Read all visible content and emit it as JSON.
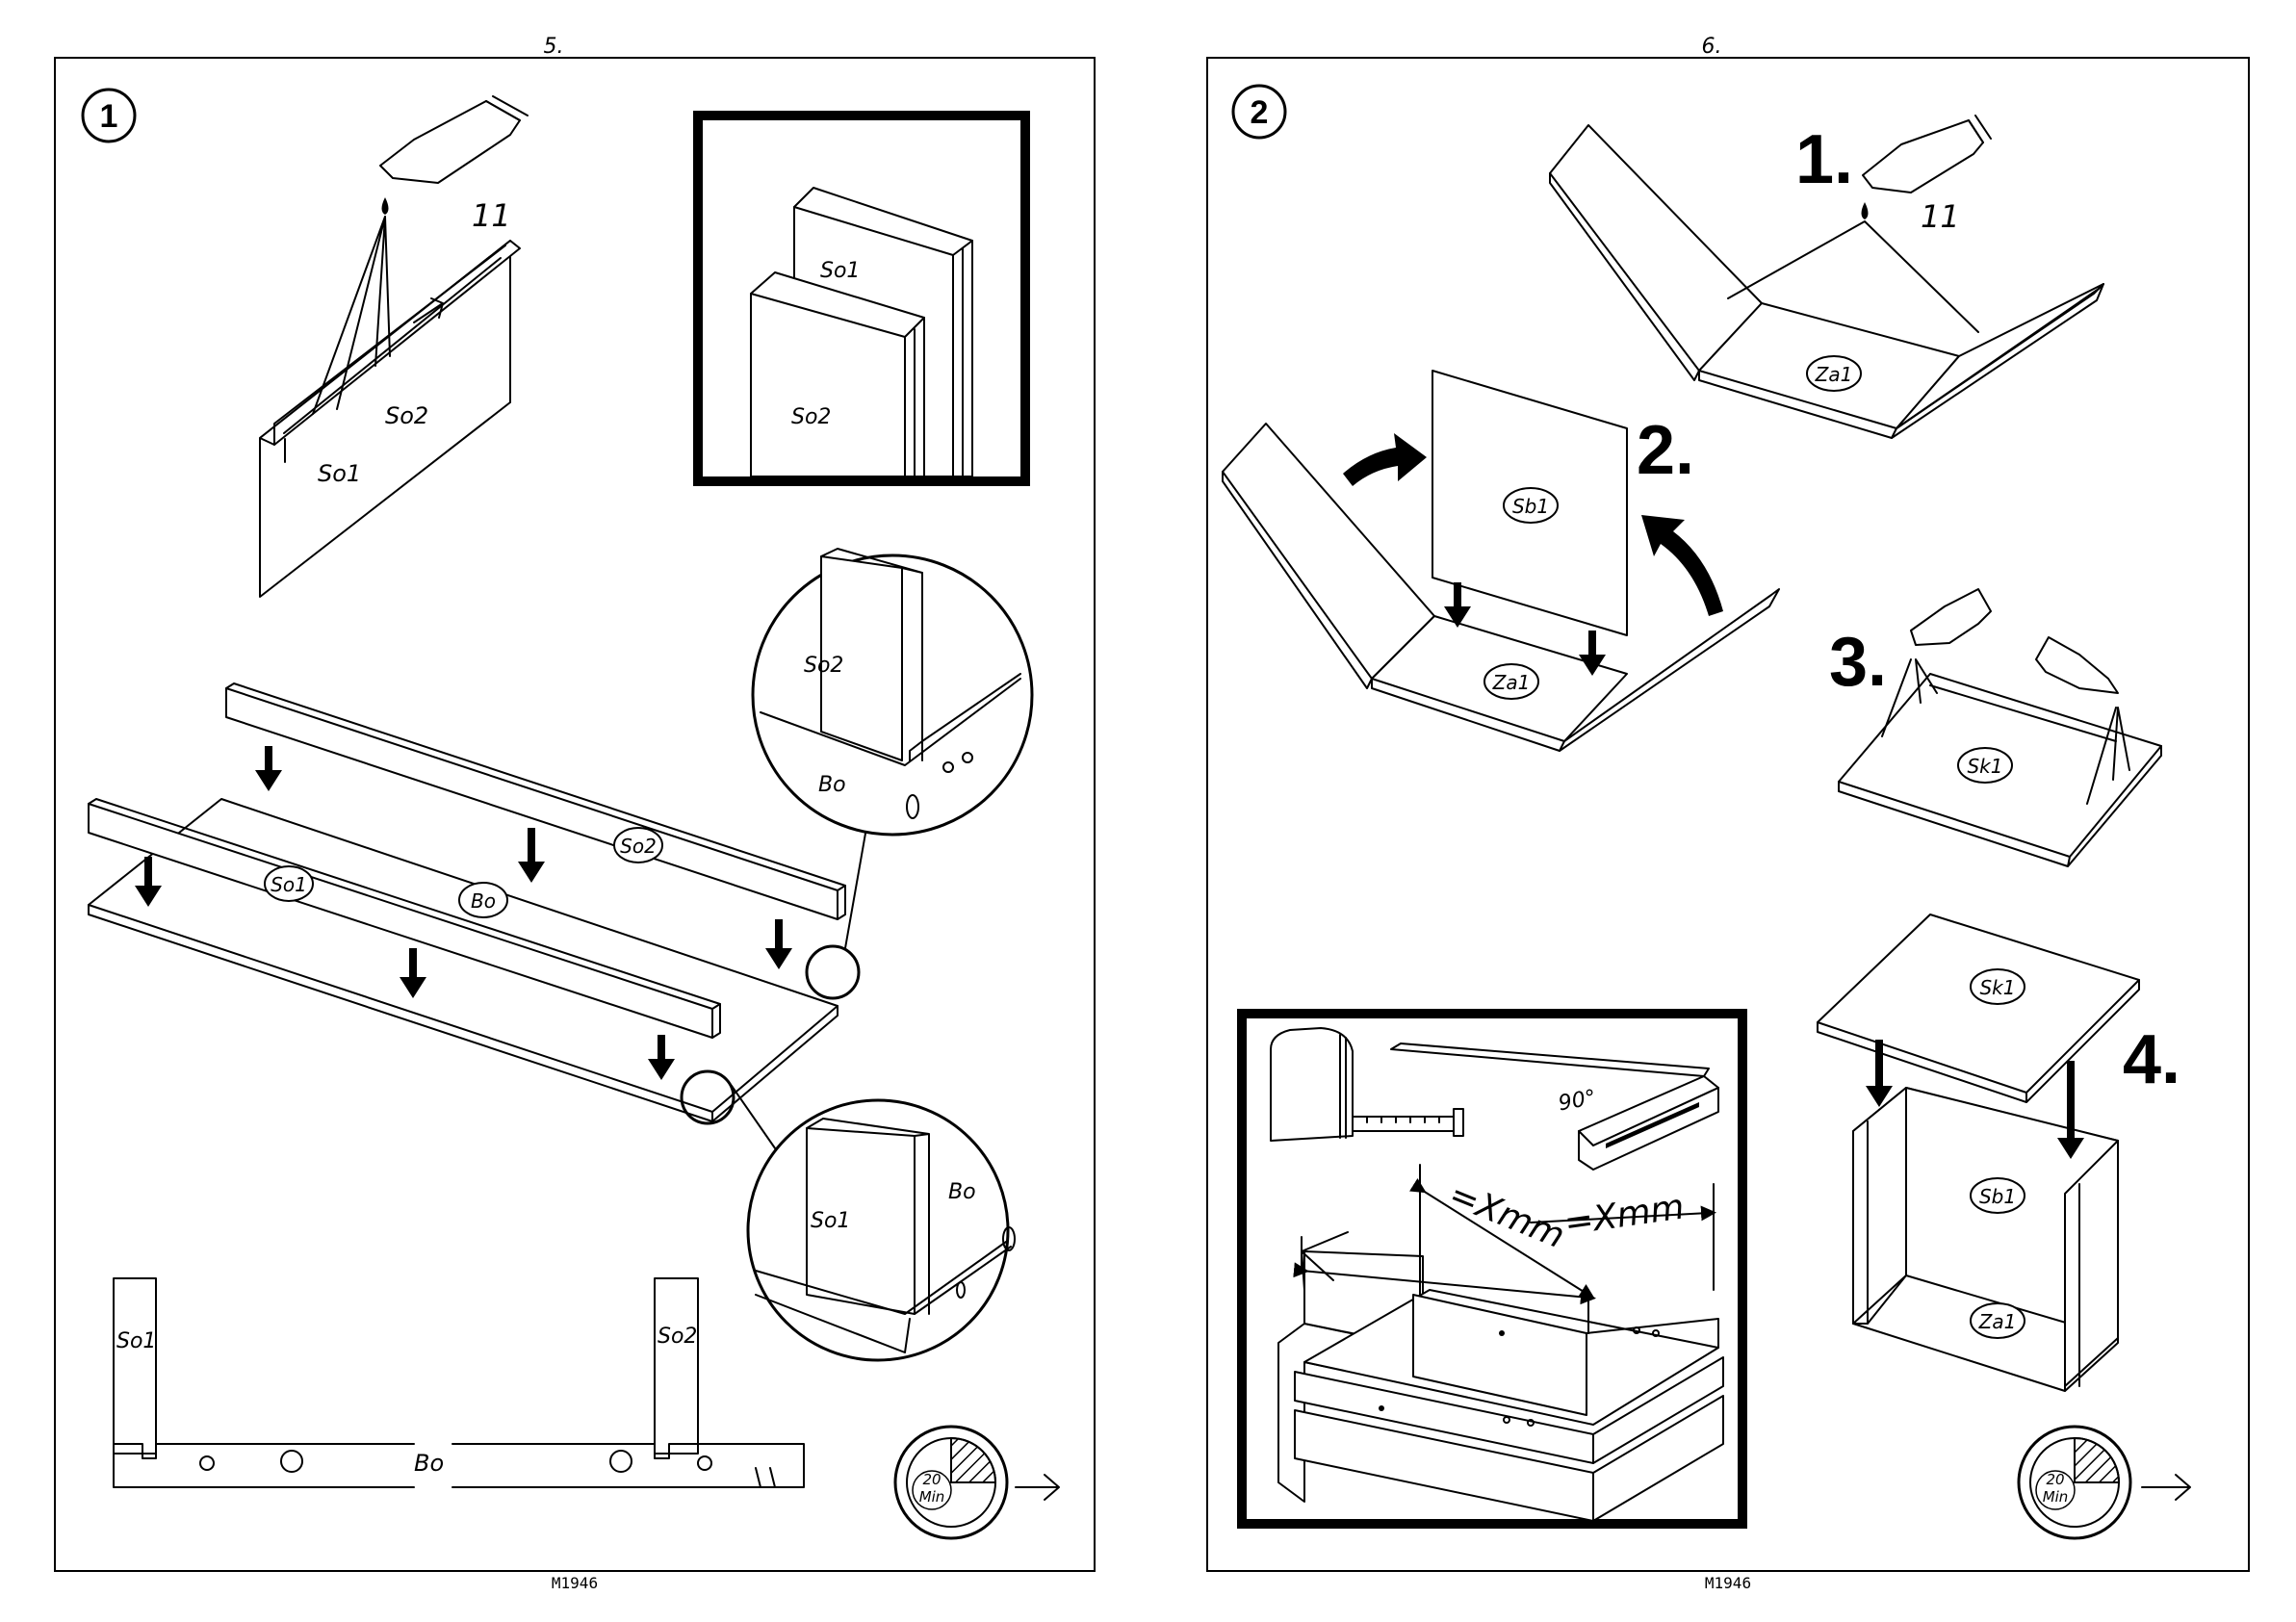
{
  "pages": [
    {
      "page_number": "5.",
      "step_number": "1",
      "footer_code": "M1946",
      "glue_label": "11",
      "time_label": {
        "value": "20",
        "unit": "Min"
      },
      "parts": {
        "so1": "So1",
        "so2": "So2",
        "bo": "Bo"
      }
    },
    {
      "page_number": "6.",
      "step_number": "2",
      "footer_code": "M1946",
      "glue_label": "11",
      "time_label": {
        "value": "20",
        "unit": "Min"
      },
      "substeps": [
        "1.",
        "2.",
        "3.",
        "4."
      ],
      "parts": {
        "za1": "Za1",
        "sb1": "Sb1",
        "sk1": "Sk1"
      },
      "measure": {
        "diag1": "=Xmm",
        "diag2": "=Xmm",
        "angle": "90°"
      }
    }
  ],
  "icons": [
    "glue-tube-icon",
    "down-arrow-icon",
    "curved-arrow-icon",
    "timer-clock-icon",
    "next-arrow-icon",
    "tape-measure-icon",
    "try-square-icon"
  ]
}
